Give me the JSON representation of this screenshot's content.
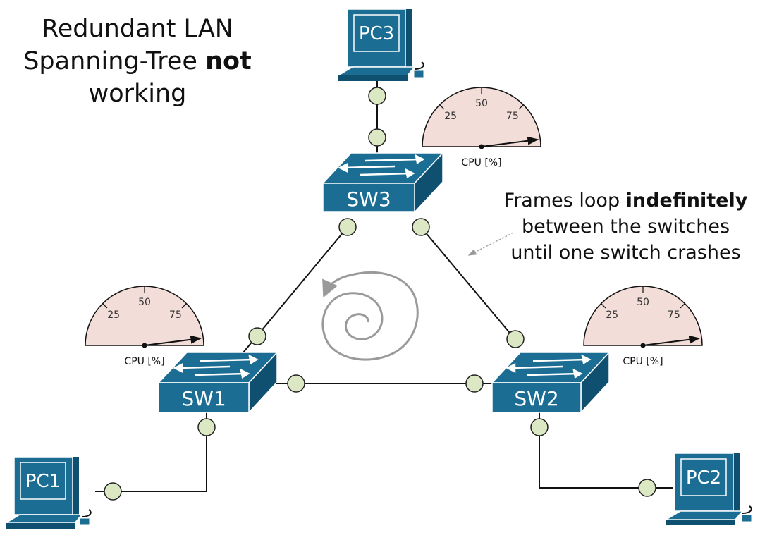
{
  "title": {
    "line1": "Redundant LAN",
    "line2_prefix": "Spanning-Tree ",
    "line2_emphasis": "not",
    "line3": "working"
  },
  "annotation": {
    "prefix": "Frames loop ",
    "emphasis": "indefinitely",
    "line2": "between the switches",
    "line3": "until one switch crashes"
  },
  "switches": [
    {
      "id": "sw1",
      "label": "SW1"
    },
    {
      "id": "sw2",
      "label": "SW2"
    },
    {
      "id": "sw3",
      "label": "SW3"
    }
  ],
  "pcs": [
    {
      "id": "pc1",
      "label": "PC1"
    },
    {
      "id": "pc2",
      "label": "PC2"
    },
    {
      "id": "pc3",
      "label": "PC3"
    }
  ],
  "gauge": {
    "ticks": [
      "25",
      "50",
      "75"
    ],
    "caption": "CPU [%]",
    "needle_value_percent": 96
  },
  "colors": {
    "device_blue": "#1b6d94",
    "device_dark": "#0f4f70",
    "port_fill": "#dce8c4",
    "gauge_fill": "#f2ddd8",
    "loop_gray": "#9a9a9a"
  }
}
